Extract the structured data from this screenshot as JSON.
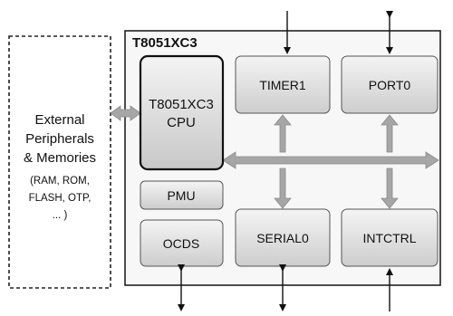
{
  "external": {
    "lines": [
      "External",
      "Peripherals",
      "& Memories"
    ],
    "sub_lines": [
      "(RAM, ROM,",
      "FLASH, OTP,",
      "... )"
    ]
  },
  "chip": {
    "title": "T8051XC3"
  },
  "blocks": {
    "cpu": [
      "T8051XC3",
      "CPU"
    ],
    "pmu": "PMU",
    "ocds": "OCDS",
    "timer1": "TIMER1",
    "port0": "PORT0",
    "serial0": "SERIAL0",
    "intctrl": "INTCTRL"
  },
  "colors": {
    "block_fill_top": "#f2f2f2",
    "block_fill_bottom": "#cfcfcf",
    "bus_fill": "#a6a6a6",
    "chip_fill": "#f7f7f7",
    "outline": "#1a1a1a"
  }
}
